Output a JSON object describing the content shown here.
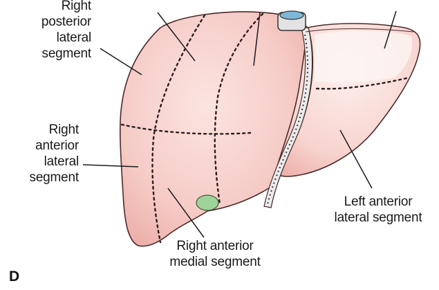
{
  "panel_label": "D",
  "labels": {
    "right_posterior_lateral": "Right\nposterior\nlateral\nsegment",
    "right_anterior_lateral": "Right\nanterior\nlateral\nsegment",
    "right_anterior_medial": "Right anterior\nmedial segment",
    "left_anterior_lateral": "Left anterior\nlateral segment"
  },
  "colors": {
    "liver_fill": "#f6c9c4",
    "liver_edge": "#4a2a2a",
    "vessel_fill": "#e8e8e8",
    "vessel_cap": "#7fb7d6",
    "gallbladder": "#9ed39a"
  }
}
